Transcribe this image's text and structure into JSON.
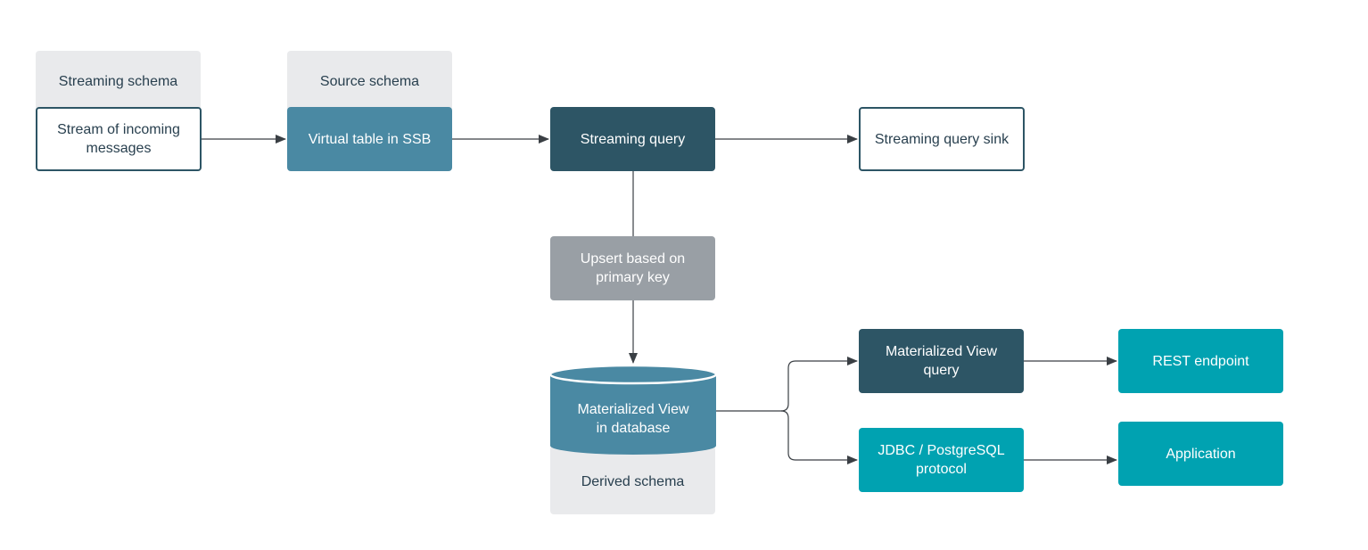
{
  "schemas": {
    "streaming": "Streaming schema",
    "source": "Source schema",
    "derived": "Derived schema"
  },
  "nodes": {
    "stream_incoming": "Stream of incoming\nmessages",
    "virtual_table": "Virtual table in SSB",
    "streaming_query": "Streaming query",
    "query_sink": "Streaming query sink",
    "upsert": "Upsert based on\nprimary key",
    "mv_database": "Materialized View\nin database",
    "mv_query": "Materialized View\nquery",
    "jdbc": "JDBC / PostgreSQL\nprotocol",
    "rest": "REST endpoint",
    "application": "Application"
  },
  "colors": {
    "outline_border": "#2d5565",
    "teal_mid": "#4a89a3",
    "dark": "#2d5565",
    "grey": "#999fa5",
    "cyan": "#00a2b1",
    "schema_bg": "#e9eaec",
    "arrow": "#3a3f44"
  }
}
